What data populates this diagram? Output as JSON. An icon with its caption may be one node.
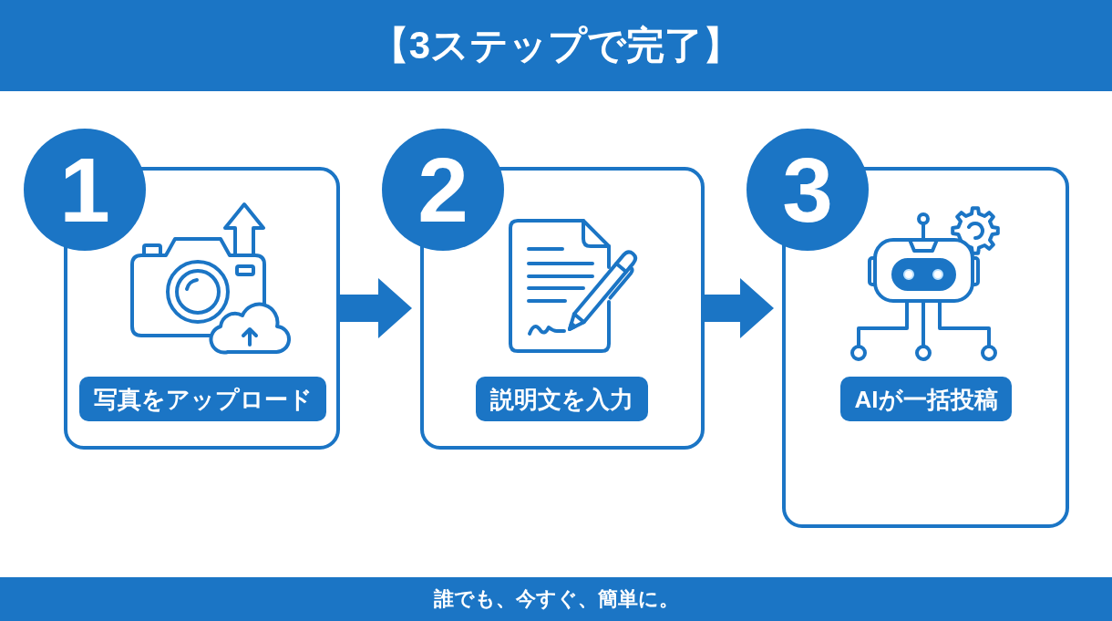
{
  "diagram": {
    "title": "【3ステップで完了】",
    "caption": "誰でも、今すぐ、簡単に。",
    "nodes": [
      {
        "text": [
          "1"
        ]
      },
      {
        "text": [],
        "shape": "box"
      },
      {
        "text": [
          "写真をアップロード"
        ],
        "in": 1
      },
      {
        "text": [
          "2"
        ]
      },
      {
        "text": [],
        "shape": "box"
      },
      {
        "text": [
          "説明文を入力"
        ],
        "in": 4
      },
      {
        "text": [
          "3"
        ]
      },
      {
        "text": [],
        "shape": "box"
      },
      {
        "text": [
          "AIが一括投稿"
        ],
        "in": 7
      }
    ],
    "edges": [
      {
        "from": 1,
        "to": 4,
        "arrow": "to"
      },
      {
        "from": 4,
        "to": 7,
        "arrow": "to"
      }
    ]
  }
}
